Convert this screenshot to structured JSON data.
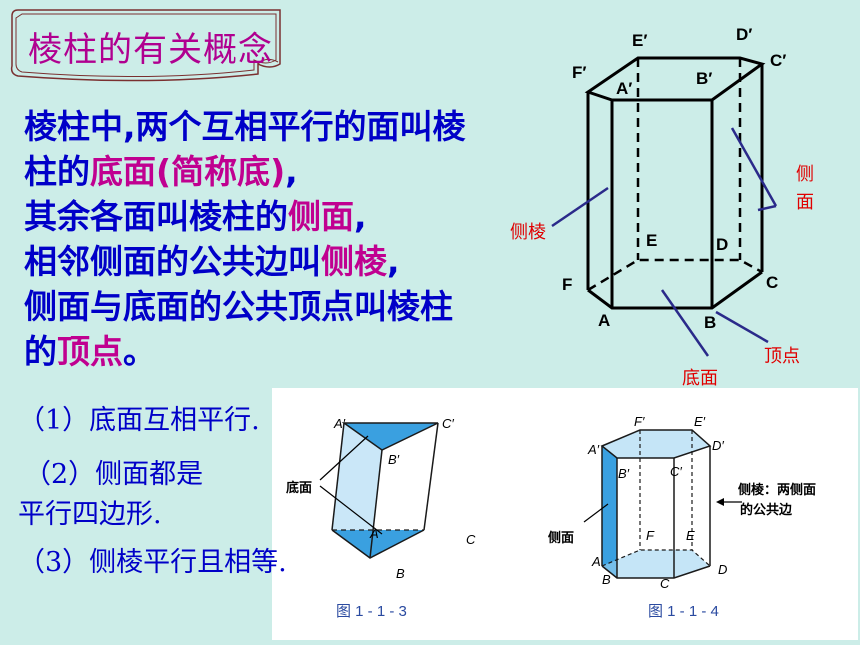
{
  "title": "棱柱的有关概念",
  "definition": {
    "p1": "棱柱中,两个互相平行的面叫棱柱的",
    "p1_hl": "底面(简称底)",
    "p1_end": ",",
    "p2": "其余各面叫棱柱的",
    "p2_hl": "侧面",
    "p2_end": ",",
    "p3": "相邻侧面的公共边叫",
    "p3_hl": "侧棱",
    "p3_end": ",",
    "p4": "侧面与底面的公共顶点叫棱柱的",
    "p4_hl": "顶点",
    "p4_end": "。"
  },
  "properties": {
    "p1": "（1）底面互相平行.",
    "p2a": "（2）侧面都是",
    "p2b": "平行四边形.",
    "p3": "（3）侧棱平行且相等."
  },
  "hex_prism": {
    "vertices": {
      "E1": "E′",
      "D1": "D′",
      "F1": "F′",
      "A1": "A′",
      "B1": "B′",
      "C1": "C′",
      "E": "E",
      "D": "D",
      "F": "F",
      "C": "C",
      "A": "A",
      "B": "B"
    },
    "labels": {
      "side_face": "侧面",
      "side_edge": "侧棱",
      "vertex": "顶点",
      "base": "底面"
    }
  },
  "fig3": {
    "vertices": {
      "A1": "A′",
      "C1": "C′",
      "B1": "B′",
      "A": "A",
      "B": "B",
      "C": "C"
    },
    "label_base": "底面",
    "caption": "图 1 - 1 - 3"
  },
  "fig4": {
    "vertices": {
      "F1": "F′",
      "E1": "E′",
      "A1": "A′",
      "D1": "D′",
      "B1": "B′",
      "C1": "C′",
      "F": "F",
      "E": "E",
      "A": "A",
      "B": "B",
      "C": "C",
      "D": "D"
    },
    "label_side_face": "侧面",
    "label_side_edge": "侧棱：两侧面",
    "label_side_edge2": "的公共边",
    "caption": "图 1 - 1 - 4"
  },
  "colors": {
    "text_blue": "#0000c8",
    "highlight": "#c00090",
    "label_red": "#e00000",
    "figure_blue": "#3aa0e0",
    "pointer": "#2a2a8a"
  }
}
